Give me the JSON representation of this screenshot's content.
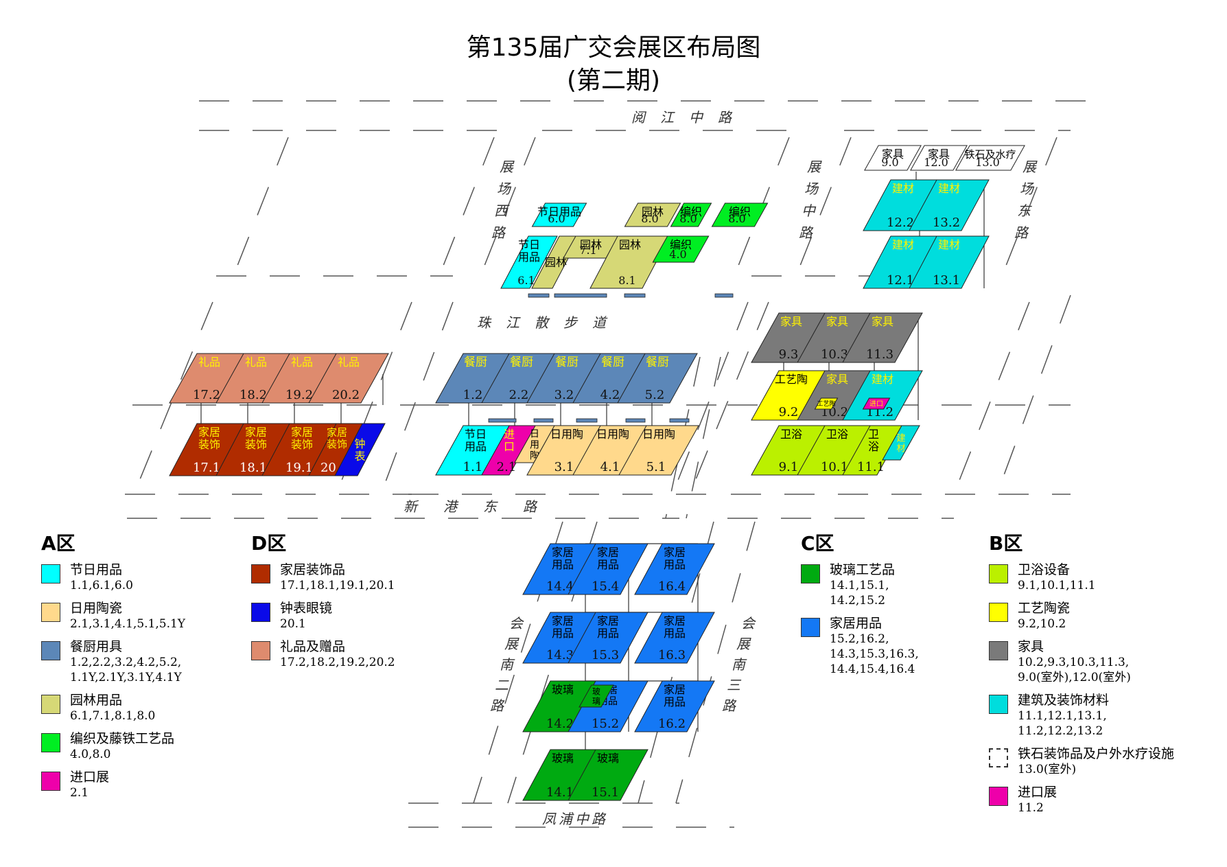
{
  "title": {
    "line1": "第135届广交会展区布局图",
    "line2": "(第二期)"
  },
  "roads": [
    {
      "text": "阅江中路"
    },
    {
      "text": "珠江散步道"
    },
    {
      "text": "新港东路"
    },
    {
      "text": "凤浦中路"
    },
    {
      "text": "展场西路"
    },
    {
      "text": "展场中路"
    },
    {
      "text": "展场东路"
    },
    {
      "text": "会展南二路"
    },
    {
      "text": "会展南三路"
    }
  ],
  "colors": {
    "festival": "#00FFFF",
    "ceramics": "#FFD98C",
    "kitchen": "#5C87B8",
    "garden": "#D6D876",
    "weaving": "#00EE22",
    "import": "#EE00AA",
    "deco": "#B02C00",
    "watch": "#0A0AE8",
    "gift": "#DE8B6E",
    "glass": "#00AA11",
    "household": "#1478F5",
    "bath": "#BBF000",
    "artcer": "#FFFF00",
    "furniture": "#7A7A7A",
    "build": "#00DDDD",
    "outdoor": "#FFFFFF"
  },
  "halls": [
    {
      "label": "节日用品",
      "num": "6.0",
      "color": "festival"
    },
    {
      "label": "园林",
      "num": "8.0",
      "color": "garden"
    },
    {
      "label": "编织",
      "num": "8.0",
      "color": "weaving"
    },
    {
      "label": "编织",
      "num": "8.0",
      "color": "weaving"
    },
    {
      "label": "节日用品",
      "num": "6.1",
      "color": "festival"
    },
    {
      "label": "园林",
      "num": "",
      "color": "garden"
    },
    {
      "label": "园林",
      "num": "7.1",
      "color": "garden"
    },
    {
      "label": "园林",
      "num": "8.1",
      "color": "garden"
    },
    {
      "label": "编织",
      "num": "4.0",
      "color": "weaving"
    },
    {
      "label": "家具",
      "num": "9.0",
      "color": "outdoor"
    },
    {
      "label": "家具",
      "num": "12.0",
      "color": "outdoor"
    },
    {
      "label": "铁石及水疗",
      "num": "13.0",
      "color": "outdoor"
    },
    {
      "label": "建材",
      "num": "12.2",
      "color": "build"
    },
    {
      "label": "建材",
      "num": "13.2",
      "color": "build"
    },
    {
      "label": "建材",
      "num": "12.1",
      "color": "build"
    },
    {
      "label": "建材",
      "num": "13.1",
      "color": "build"
    },
    {
      "label": "礼品",
      "num": "17.2",
      "color": "gift"
    },
    {
      "label": "礼品",
      "num": "18.2",
      "color": "gift"
    },
    {
      "label": "礼品",
      "num": "19.2",
      "color": "gift"
    },
    {
      "label": "礼品",
      "num": "20.2",
      "color": "gift"
    },
    {
      "label": "家居装饰",
      "num": "17.1",
      "color": "deco"
    },
    {
      "label": "家居装饰",
      "num": "18.1",
      "color": "deco"
    },
    {
      "label": "家居装饰",
      "num": "19.1",
      "color": "deco"
    },
    {
      "label": "家居装饰",
      "num": "20.1",
      "color": "deco"
    },
    {
      "label": "钟表",
      "num": "",
      "color": "watch"
    },
    {
      "label": "餐厨",
      "num": "1.2",
      "color": "kitchen"
    },
    {
      "label": "餐厨",
      "num": "2.2",
      "color": "kitchen"
    },
    {
      "label": "餐厨",
      "num": "3.2",
      "color": "kitchen"
    },
    {
      "label": "餐厨",
      "num": "4.2",
      "color": "kitchen"
    },
    {
      "label": "餐厨",
      "num": "5.2",
      "color": "kitchen"
    },
    {
      "label": "节日用品",
      "num": "1.1",
      "color": "festival"
    },
    {
      "label": "进口",
      "num": "2.1",
      "color": "import"
    },
    {
      "label": "日用陶",
      "num": "",
      "color": "ceramics"
    },
    {
      "label": "日用陶",
      "num": "3.1",
      "color": "ceramics"
    },
    {
      "label": "日用陶",
      "num": "4.1",
      "color": "ceramics"
    },
    {
      "label": "日用陶",
      "num": "5.1",
      "color": "ceramics"
    },
    {
      "label": "家具",
      "num": "9.3",
      "color": "furniture"
    },
    {
      "label": "家具",
      "num": "10.3",
      "color": "furniture"
    },
    {
      "label": "家具",
      "num": "11.3",
      "color": "furniture"
    },
    {
      "label": "工艺陶",
      "num": "9.2",
      "color": "artcer"
    },
    {
      "label": "家具",
      "num": "10.2",
      "color": "furniture"
    },
    {
      "label": "工艺陶",
      "num": "",
      "color": "artcer"
    },
    {
      "label": "建材",
      "num": "11.2",
      "color": "build"
    },
    {
      "label": "进口",
      "num": "",
      "color": "import"
    },
    {
      "label": "卫浴",
      "num": "9.1",
      "color": "bath"
    },
    {
      "label": "卫浴",
      "num": "10.1",
      "color": "bath"
    },
    {
      "label": "卫浴",
      "num": "11.1",
      "color": "bath"
    },
    {
      "label": "建材",
      "num": "",
      "color": "build"
    },
    {
      "label": "家居用品",
      "num": "14.4",
      "color": "household"
    },
    {
      "label": "家居用品",
      "num": "15.4",
      "color": "household"
    },
    {
      "label": "家居用品",
      "num": "16.4",
      "color": "household"
    },
    {
      "label": "家居用品",
      "num": "14.3",
      "color": "household"
    },
    {
      "label": "家居用品",
      "num": "15.3",
      "color": "household"
    },
    {
      "label": "家居用品",
      "num": "16.3",
      "color": "household"
    },
    {
      "label": "玻璃",
      "num": "14.2",
      "color": "glass"
    },
    {
      "label": "家居用品",
      "num": "15.2",
      "color": "household"
    },
    {
      "label": "玻璃",
      "num": "",
      "color": "glass"
    },
    {
      "label": "家居用品",
      "num": "16.2",
      "color": "household"
    },
    {
      "label": "玻璃",
      "num": "14.1",
      "color": "glass"
    },
    {
      "label": "玻璃",
      "num": "15.1",
      "color": "glass"
    }
  ],
  "legend": {
    "A": {
      "head": "A区",
      "items": [
        {
          "label": "节日用品",
          "desc": "1.1,6.1,6.0",
          "color": "festival"
        },
        {
          "label": "日用陶瓷",
          "desc": "2.1,3.1,4.1,5.1,5.1Y",
          "color": "ceramics"
        },
        {
          "label": "餐厨用具",
          "desc": "1.2,2.2,3.2,4.2,5.2,\n1.1Y,2.1Y,3.1Y,4.1Y",
          "color": "kitchen"
        },
        {
          "label": "园林用品",
          "desc": "6.1,7.1,8.1,8.0",
          "color": "garden"
        },
        {
          "label": "编织及藤铁工艺品",
          "desc": "4.0,8.0",
          "color": "weaving"
        },
        {
          "label": "进口展",
          "desc": "2.1",
          "color": "import"
        }
      ]
    },
    "D": {
      "head": "D区",
      "items": [
        {
          "label": "家居装饰品",
          "desc": "17.1,18.1,19.1,20.1",
          "color": "deco"
        },
        {
          "label": "钟表眼镜",
          "desc": "20.1",
          "color": "watch"
        },
        {
          "label": "礼品及赠品",
          "desc": "17.2,18.2,19.2,20.2",
          "color": "gift"
        }
      ]
    },
    "C": {
      "head": "C区",
      "items": [
        {
          "label": "玻璃工艺品",
          "desc": "14.1,15.1,\n14.2,15.2",
          "color": "glass"
        },
        {
          "label": "家居用品",
          "desc": "15.2,16.2,\n14.3,15.3,16.3,\n14.4,15.4,16.4",
          "color": "household"
        }
      ]
    },
    "B": {
      "head": "B区",
      "items": [
        {
          "label": "卫浴设备",
          "desc": "9.1,10.1,11.1",
          "color": "bath"
        },
        {
          "label": "工艺陶瓷",
          "desc": "9.2,10.2",
          "color": "artcer"
        },
        {
          "label": "家具",
          "desc": "10.2,9.3,10.3,11.3,\n9.0(室外),12.0(室外)",
          "color": "furniture"
        },
        {
          "label": "建筑及装饰材料",
          "desc": "11.1,12.1,13.1,\n11.2,12.2,13.2",
          "color": "build"
        },
        {
          "label": "铁石装饰品及户外水疗设施",
          "desc": "13.0(室外)",
          "color": "outdoor"
        },
        {
          "label": "进口展",
          "desc": "11.2",
          "color": "import"
        }
      ]
    }
  }
}
